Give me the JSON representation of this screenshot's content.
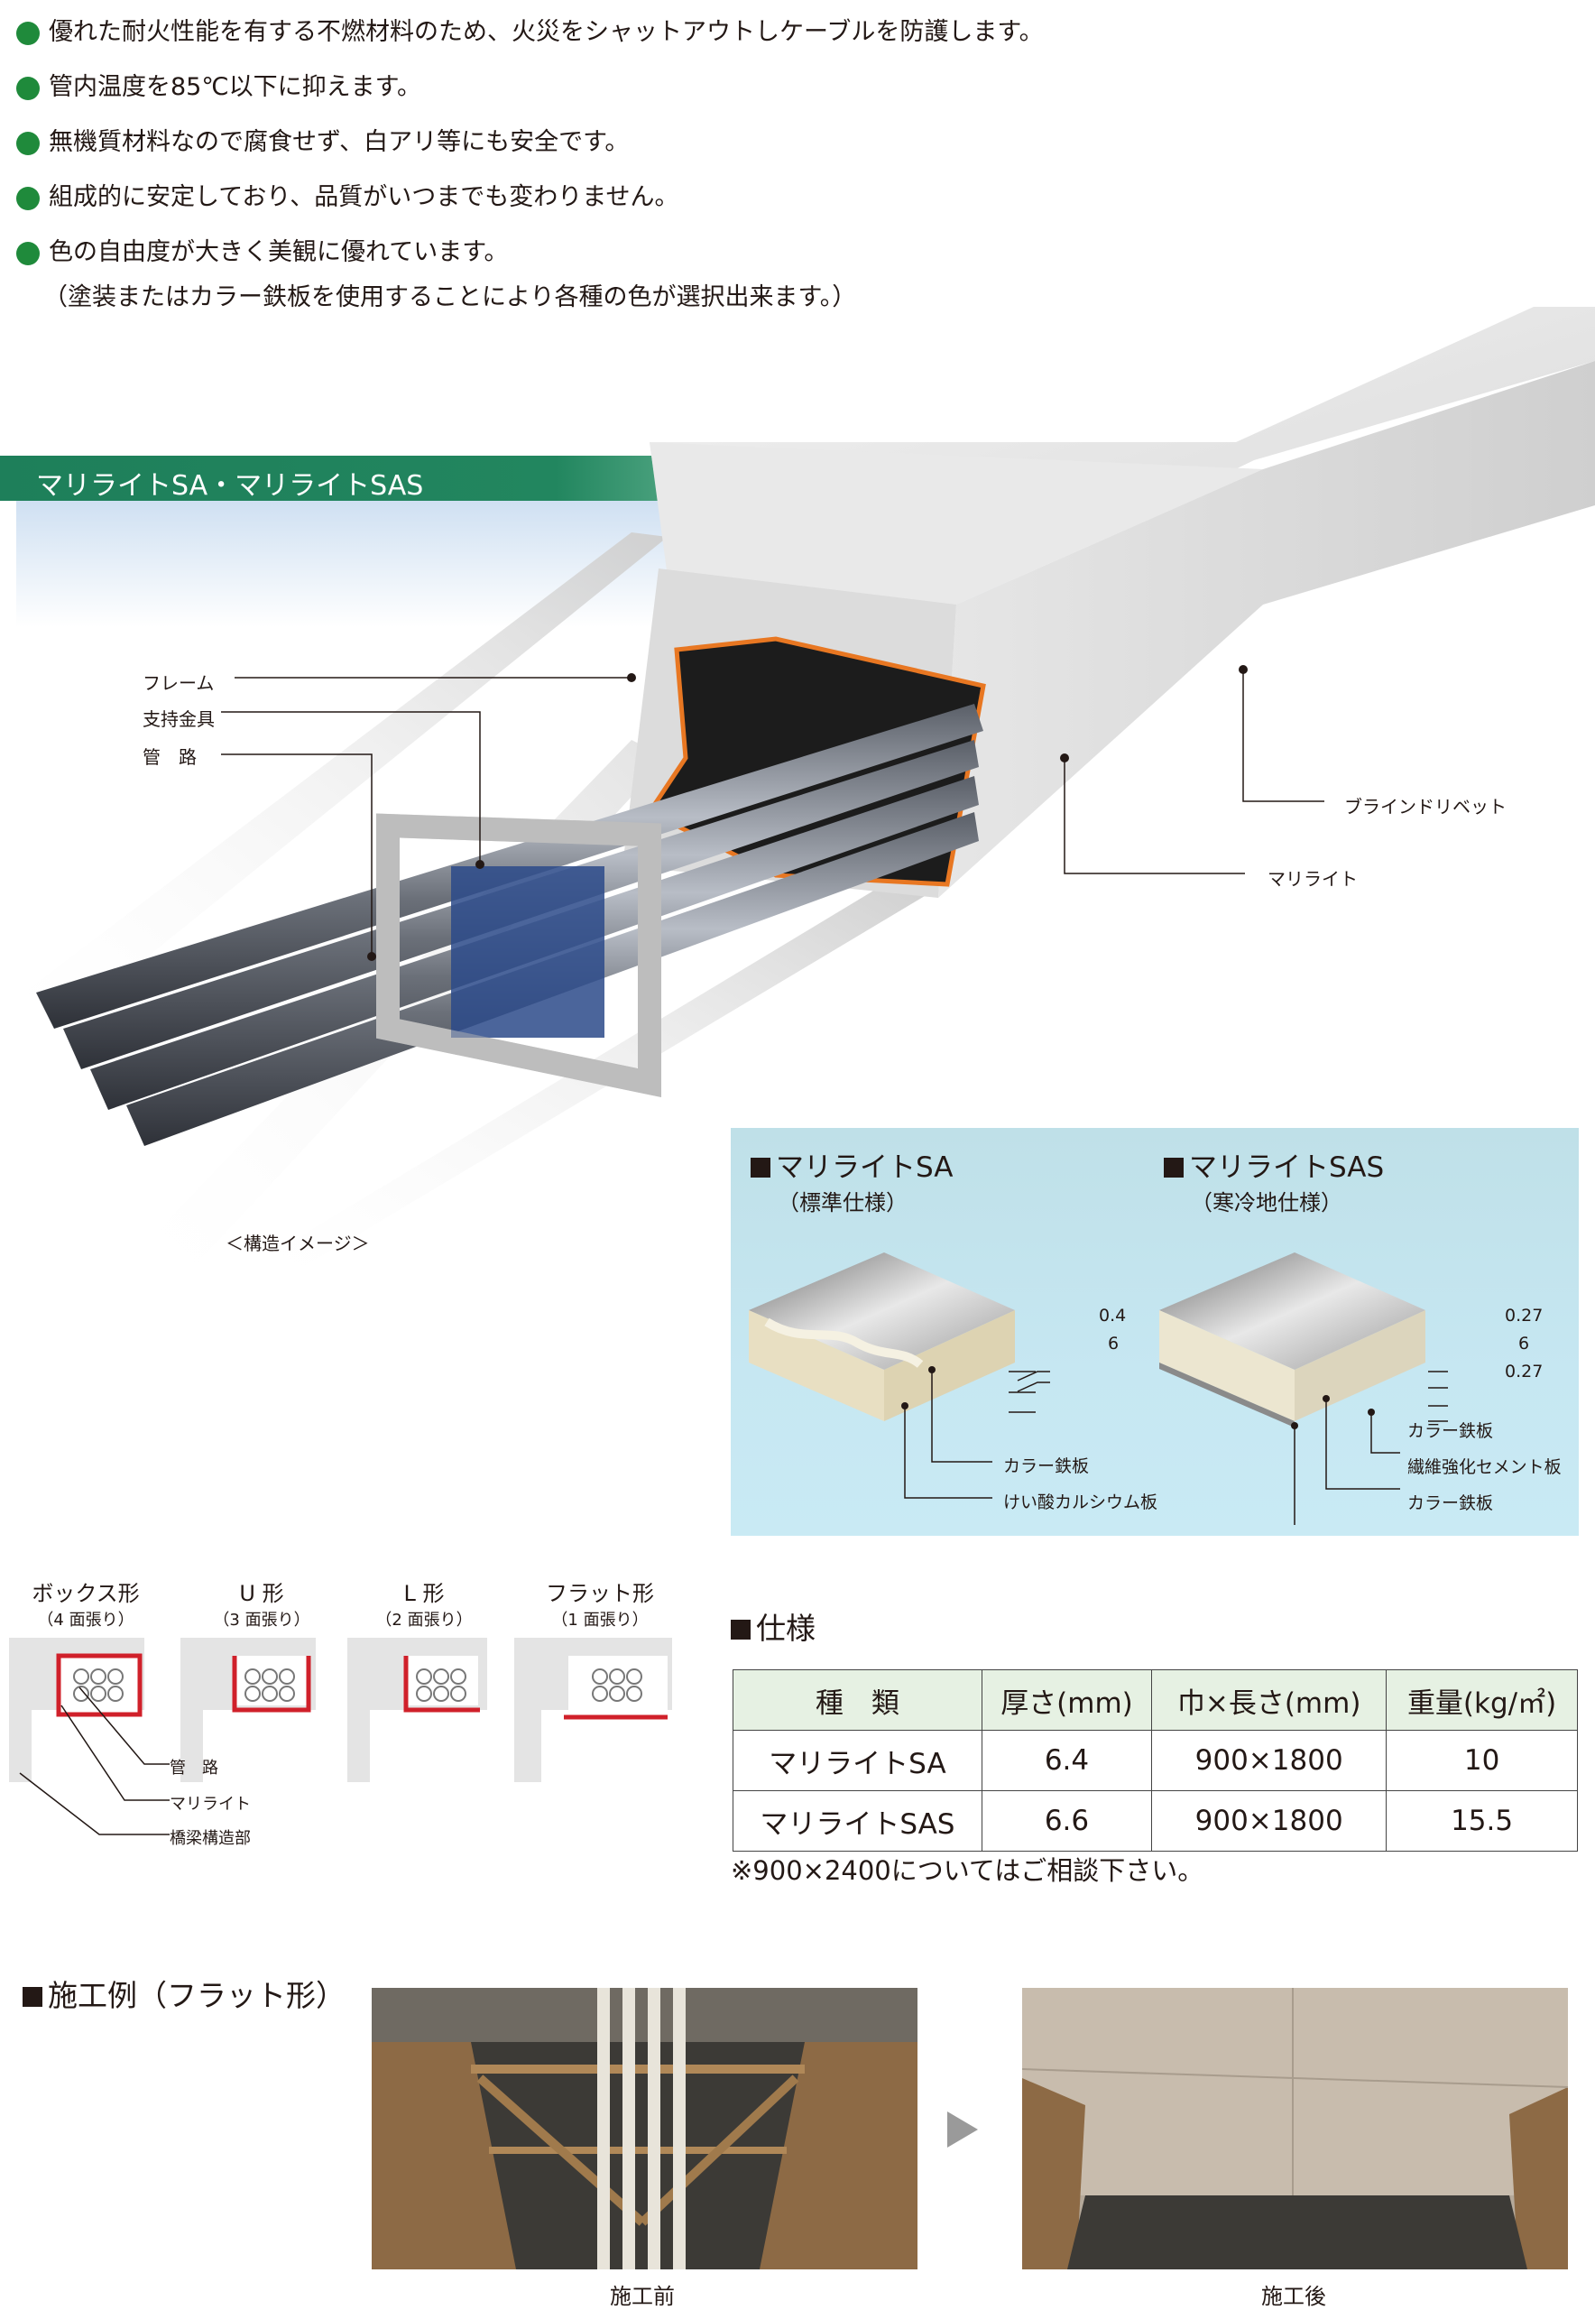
{
  "bullets": [
    "優れた耐火性能を有する不燃材料のため、火災をシャットアウトしケーブルを防護します。",
    "管内温度を85℃以下に抑えます。",
    "無機質材料なので腐食せず、白アリ等にも安全です。",
    "組成的に安定しており、品質がいつまでも変わりません。",
    "色の自由度が大きく美観に優れています。"
  ],
  "bullet_sub": "（塗装またはカラー鉄板を使用することにより各種の色が選択出来ます。）",
  "banner_title": "マリライトSA・マリライトSAS",
  "structure": {
    "labels": {
      "frame": "フレーム",
      "bracket": "支持金具",
      "pipe": "管　路",
      "rivet": "ブラインドリベット",
      "marilite": "マリライト"
    },
    "caption": "＜構造イメージ＞"
  },
  "materials": {
    "sa": {
      "title": "マリライトSA",
      "sub": "（標準仕様）",
      "dims": [
        "0.4",
        "6"
      ],
      "layers": [
        "カラー鉄板",
        "けい酸カルシウム板"
      ]
    },
    "sas": {
      "title": "マリライトSAS",
      "sub": "（寒冷地仕様）",
      "dims": [
        "0.27",
        "6",
        "0.27"
      ],
      "layers": [
        "カラー鉄板",
        "繊維強化セメント板",
        "カラー鉄板"
      ]
    }
  },
  "shapes": [
    {
      "name": "ボックス形",
      "sub": "（4 面張り）"
    },
    {
      "name": "U 形",
      "sub": "（3 面張り）"
    },
    {
      "name": "L 形",
      "sub": "（2 面張り）"
    },
    {
      "name": "フラット形",
      "sub": "（1 面張り）"
    }
  ],
  "shape_labels": [
    "管　路",
    "マリライト",
    "橋梁構造部"
  ],
  "spec": {
    "title": "仕様",
    "headers": [
      "種　類",
      "厚さ(mm)",
      "巾×長さ(mm)",
      "重量(kg/㎡)"
    ],
    "rows": [
      [
        "マリライトSA",
        "6.4",
        "900×1800",
        "10"
      ],
      [
        "マリライトSAS",
        "6.6",
        "900×1800",
        "15.5"
      ]
    ],
    "note": "※900×2400についてはご相談下さい。"
  },
  "example": {
    "title": "施工例（フラット形）",
    "before": "施工前",
    "after": "施工後"
  },
  "colors": {
    "bullet": "#1f8a3b",
    "banner": "#1e7f5a",
    "table_header": "#e6f1e3",
    "accent_orange": "#e87722",
    "shape_red": "#d0202a"
  }
}
